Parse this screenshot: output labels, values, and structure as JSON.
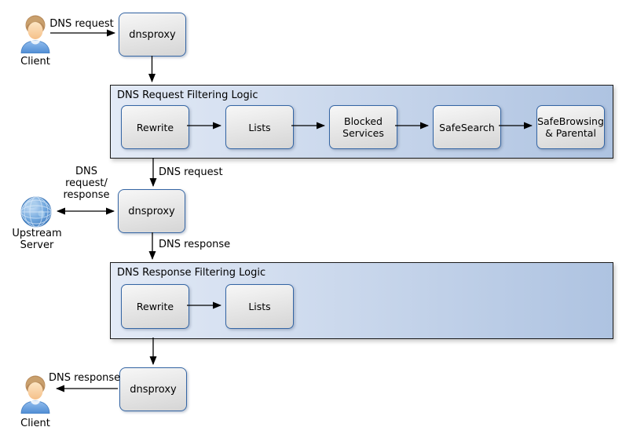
{
  "nodes": {
    "client_top": {
      "label": "Client"
    },
    "dnsproxy_top": {
      "label": "dnsproxy"
    },
    "dnsproxy_middle": {
      "label": "dnsproxy"
    },
    "dnsproxy_bottom": {
      "label": "dnsproxy"
    },
    "upstream": {
      "label": "Upstream\nServer"
    },
    "client_bottom": {
      "label": "Client"
    }
  },
  "request_container": {
    "title": "DNS Request Filtering Logic",
    "steps": [
      "Rewrite",
      "Lists",
      "Blocked\nServices",
      "SafeSearch",
      "SafeBrowsing\n& Parental"
    ]
  },
  "response_container": {
    "title": "DNS Response Filtering Logic",
    "steps": [
      "Rewrite",
      "Lists"
    ]
  },
  "edge_labels": {
    "client_to_dnsproxy": "DNS request",
    "filtered_request": "DNS request",
    "upstream_exchange": "DNS\nrequest/\nresponse",
    "dnsproxy_to_response_filter": "DNS response",
    "response_to_client": "DNS response"
  },
  "colors": {
    "node_border": "#3465a4",
    "node_fill_top": "#f7f7f7",
    "node_fill_bottom": "#d5d5d5",
    "container_fill_left": "#e3eaf6",
    "container_fill_right": "#aec3e1",
    "container_border": "#1a1a1a",
    "arrow": "#000000"
  }
}
